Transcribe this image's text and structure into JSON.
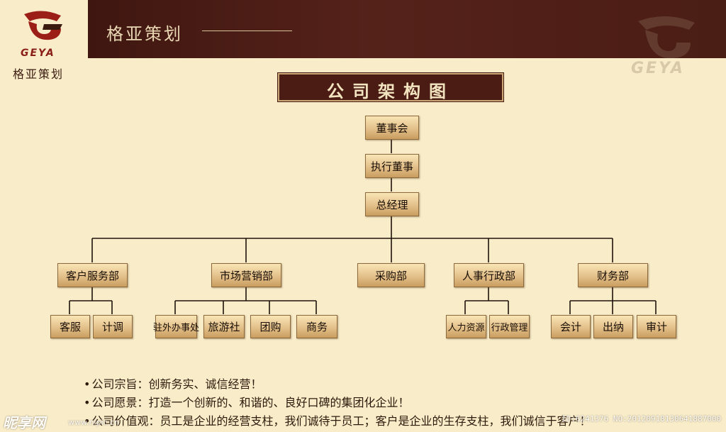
{
  "header": {
    "title": "格亚策划",
    "logo_text": "GEYA",
    "logo_cn": "格亚策划",
    "watermark_text": "GEYA",
    "brand_color": "#4a1c14",
    "accent_color": "#8a1d16"
  },
  "diagram": {
    "title": "公司架构图",
    "nodes": {
      "board": "董事会",
      "exec_director": "执行董事",
      "gm": "总经理",
      "dept_customer": "客户服务部",
      "dept_marketing": "市场营销部",
      "dept_purchase": "采购部",
      "dept_hr": "人事行政部",
      "dept_finance": "财务部",
      "cs_service": "客服",
      "cs_dispatch": "计调",
      "mk_office": "驻外办事处",
      "mk_travel": "旅游社",
      "mk_group": "团购",
      "mk_business": "商务",
      "hr_resources": "人力资源",
      "hr_admin": "行政管理",
      "fin_accounting": "会计",
      "fin_cashier": "出纳",
      "fin_audit": "审计"
    }
  },
  "mission": {
    "purpose": "公司宗旨：创新务实、诚信经营！",
    "vision": "公司愿景：打造一个创新的、和谐的、良好口碑的集团化企业！",
    "values": "公司价值观：员工是企业的经营支柱，我们诚待于员工；客户是企业的生存支柱，我们诚信于客户！"
  },
  "watermark": {
    "site": "昵享网",
    "url": "www.nipic.cn",
    "id": "ID:6241376 NO:20120918130641887000"
  }
}
